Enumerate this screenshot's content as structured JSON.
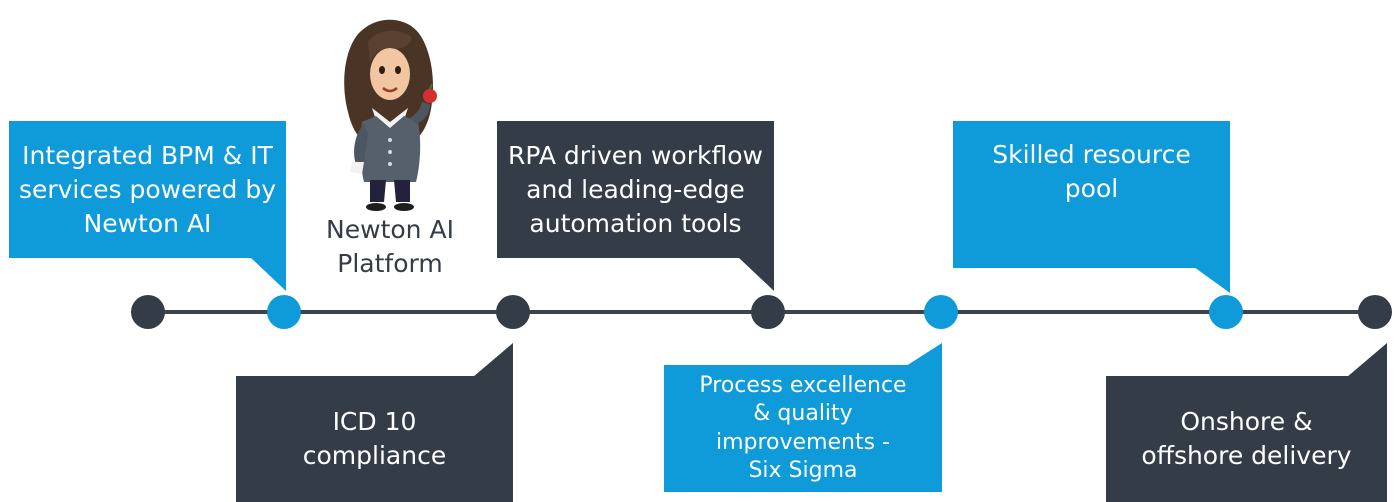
{
  "colors": {
    "accent_blue": "#0f9ad9",
    "dark_slate": "#343d47",
    "line_gray": "#3a424b"
  },
  "timeline": {
    "nodes": [
      "dark",
      "blue",
      "dark",
      "dark",
      "blue",
      "blue",
      "dark"
    ]
  },
  "milestones": {
    "integrated_bpm": "Integrated BPM & IT\nservices powered by\nNewton AI",
    "newton_platform": "Newton AI\nPlatform",
    "rpa_workflow": "RPA driven workflow\nand leading-edge\nautomation tools",
    "skilled_pool": "Skilled resource\npool",
    "icd10": "ICD 10\ncompliance",
    "process_excellence": "Process excellence\n& quality\nimprovements  -\nSix Sigma",
    "onshore_offshore": "Onshore &\noffshore delivery"
  },
  "mascot": {
    "icon": "newton-character-icon"
  }
}
